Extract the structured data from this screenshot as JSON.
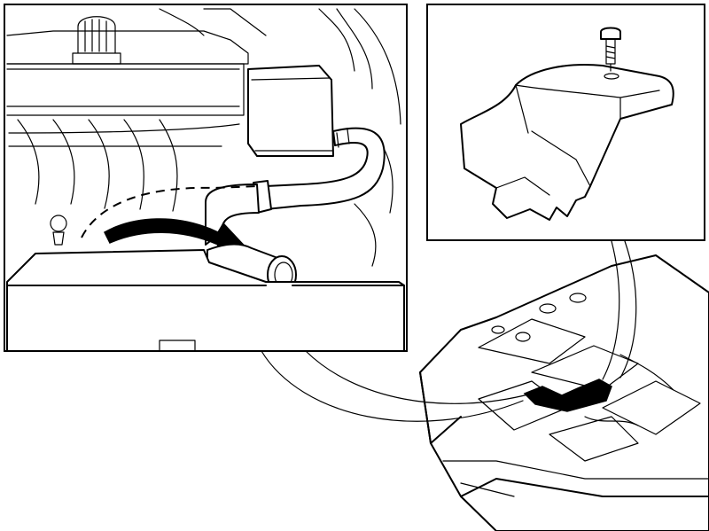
{
  "figure": {
    "panels": [
      "engine-bay-detail",
      "cover-detail",
      "vehicle-overview"
    ],
    "colors": {
      "line": "#000000",
      "background": "#ffffff"
    },
    "icons": [
      "screw-icon",
      "direction-arrow-icon"
    ]
  }
}
